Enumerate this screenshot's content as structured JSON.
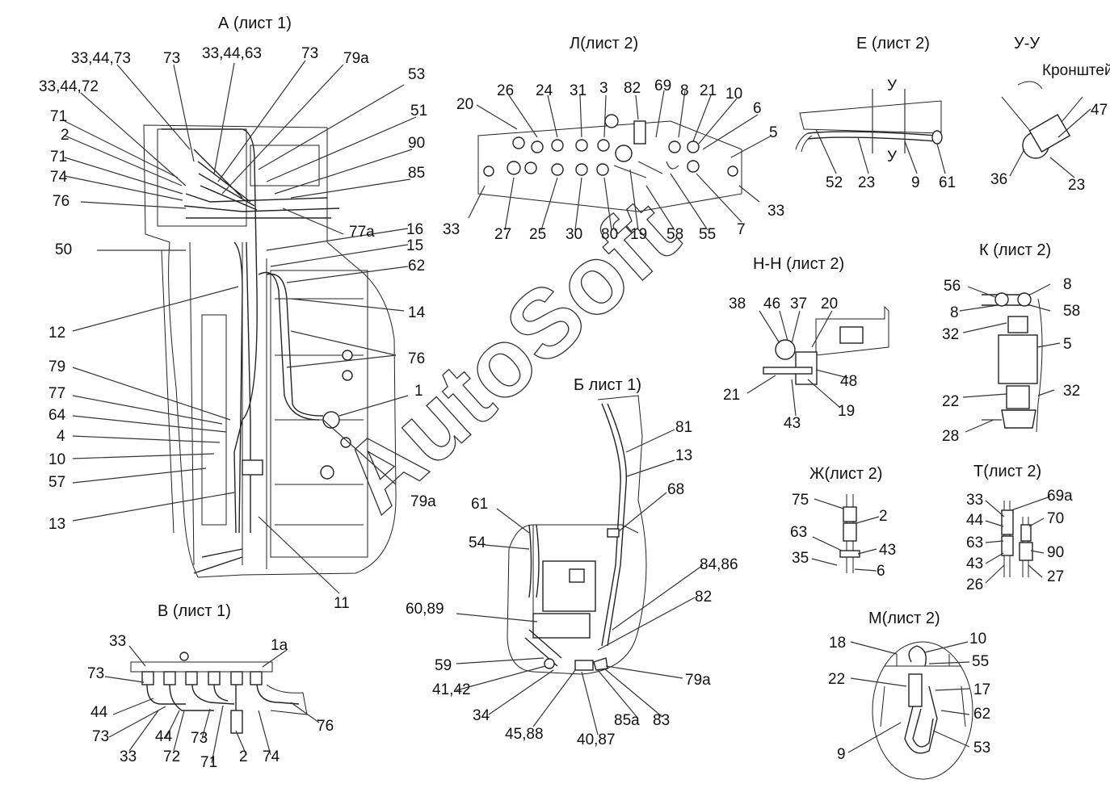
{
  "watermark": "AutoSoft",
  "views": {
    "A": {
      "title": "А (лист 1)"
    },
    "L": {
      "title": "Л(лист 2)"
    },
    "E": {
      "title": "Е (лист 2)"
    },
    "UU": {
      "title": "У-У",
      "bracket_label": "Кронштей"
    },
    "HH": {
      "title": "Н-Н (лист 2)"
    },
    "K": {
      "title": "К (лист 2)"
    },
    "B": {
      "title": "Б лист 1)"
    },
    "ZH": {
      "title": "Ж(лист 2)"
    },
    "T": {
      "title": "Т(лист 2)"
    },
    "V": {
      "title": "В (лист 1)"
    },
    "M": {
      "title": "М(лист 2)"
    }
  },
  "callouts": {
    "A": [
      "33,44,73",
      "73",
      "33,44,63",
      "73",
      "79а",
      "33,44,72",
      "53",
      "71",
      "51",
      "2",
      "90",
      "71",
      "74",
      "85",
      "76",
      "77а",
      "16",
      "15",
      "50",
      "62",
      "14",
      "12",
      "76",
      "79",
      "1",
      "77",
      "64",
      "4",
      "10",
      "57",
      "79а",
      "13",
      "11"
    ],
    "L": [
      "20",
      "26",
      "24",
      "31",
      "3",
      "82",
      "69",
      "8",
      "21",
      "10",
      "6",
      "5",
      "33",
      "27",
      "25",
      "30",
      "80",
      "19",
      "58",
      "55",
      "7",
      "33"
    ],
    "E": [
      "У",
      "У",
      "52",
      "23",
      "9",
      "61"
    ],
    "UU": [
      "47",
      "36",
      "23"
    ],
    "HH": [
      "38",
      "46",
      "37",
      "20",
      "48",
      "21",
      "43",
      "19"
    ],
    "K": [
      "56",
      "8",
      "8",
      "58",
      "32",
      "5",
      "22",
      "32",
      "28"
    ],
    "B": [
      "81",
      "13",
      "61",
      "68",
      "54",
      "84,86",
      "60,89",
      "82",
      "59",
      "41,42",
      "79а",
      "34",
      "45,88",
      "40,87",
      "85а",
      "83"
    ],
    "ZH": [
      "75",
      "2",
      "63",
      "43",
      "35",
      "6"
    ],
    "T": [
      "33",
      "69а",
      "44",
      "70",
      "63",
      "90",
      "43",
      "27",
      "26"
    ],
    "V": [
      "33",
      "1а",
      "73",
      "44",
      "76",
      "73",
      "44",
      "73",
      "33",
      "72",
      "71",
      "2",
      "74"
    ],
    "M": [
      "18",
      "10",
      "55",
      "22",
      "17",
      "62",
      "9",
      "53"
    ]
  }
}
